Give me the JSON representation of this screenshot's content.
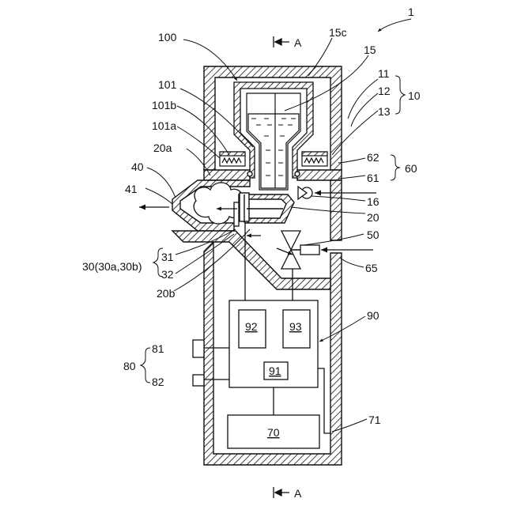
{
  "figure": {
    "ref_main": "1",
    "section_top": "A",
    "section_bottom": "A"
  },
  "labels": {
    "l100": "100",
    "l15c": "15c",
    "l15": "15",
    "l11": "11",
    "l12": "12",
    "l13": "13",
    "l10": "10",
    "l101": "101",
    "l101b": "101b",
    "l101a": "101a",
    "l20a": "20a",
    "l62": "62",
    "l61": "61",
    "l60": "60",
    "l40": "40",
    "l41": "41",
    "l16": "16",
    "l20": "20",
    "l50": "50",
    "l31": "31",
    "l32": "32",
    "l30": "30(30a,30b)",
    "l20b": "20b",
    "l65": "65",
    "l90": "90",
    "l81": "81",
    "l82": "82",
    "l80": "80",
    "l71": "71",
    "b92": "92",
    "b93": "93",
    "b91": "91",
    "b70": "70"
  },
  "colors": {
    "line": "#111111",
    "background": "#ffffff"
  }
}
